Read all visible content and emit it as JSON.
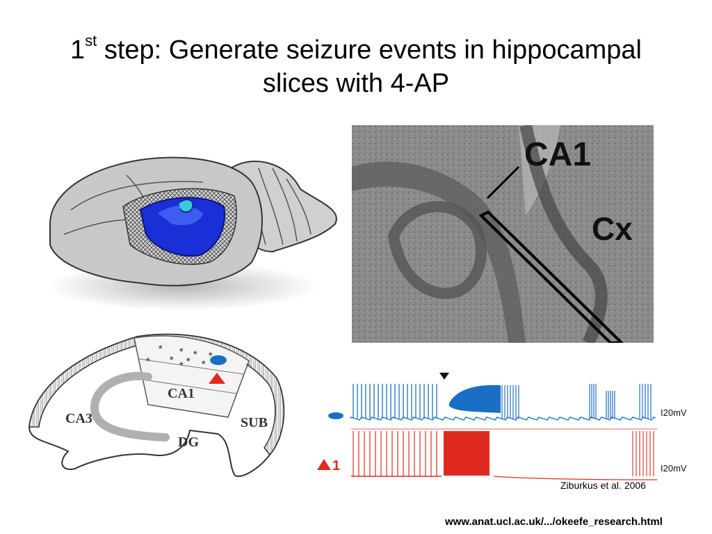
{
  "title": {
    "step_number": "1",
    "step_suffix": "st",
    "line1_rest": " step:  Generate seizure events in hippocampal",
    "line2": "slices with 4-AP"
  },
  "micrograph": {
    "label_region1": "CA1",
    "label_region2": "Cx"
  },
  "schematic": {
    "label_ca1": "CA1",
    "label_ca3": "CA3",
    "label_dg": "DG",
    "label_sub": "SUB"
  },
  "recordings": {
    "scale_top": "I20mV",
    "scale_bottom": "I20mV",
    "cell_label_bottom": "1",
    "colors": {
      "interneuron": "#1a6fc4",
      "pyramidal": "#e02a20"
    }
  },
  "citation": "Ziburkus et al. 2006",
  "source_url": "www.anat.ucl.ac.uk/.../okeefe_research.html"
}
